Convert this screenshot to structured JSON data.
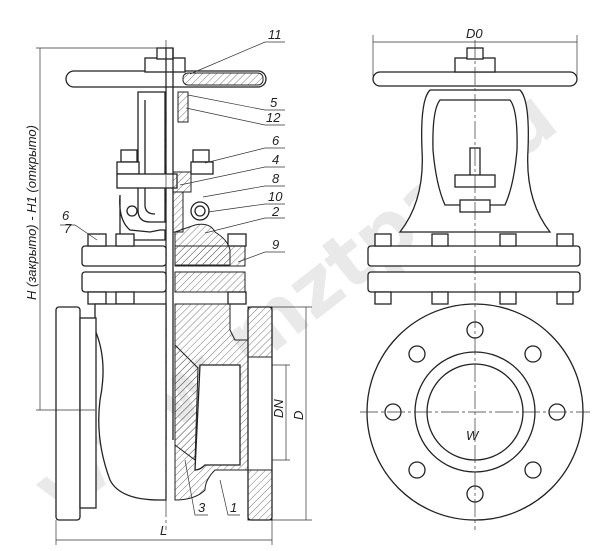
{
  "drawing": {
    "watermark": "www.mztpa.ru",
    "part_labels": {
      "p11": "11",
      "p5": "5",
      "p12": "12",
      "p6": "6",
      "p4": "4",
      "p8": "8",
      "p10": "10",
      "p2": "2",
      "p9": "9",
      "p6b": "6",
      "p7": "7",
      "p3": "3",
      "p1": "1"
    },
    "dimensions": {
      "height": "H (закрыто) - H1 (открыто)",
      "length": "L",
      "wheel_diameter": "D0",
      "nominal_diameter": "DN",
      "flange_diameter": "D"
    },
    "body_mark": "W"
  }
}
